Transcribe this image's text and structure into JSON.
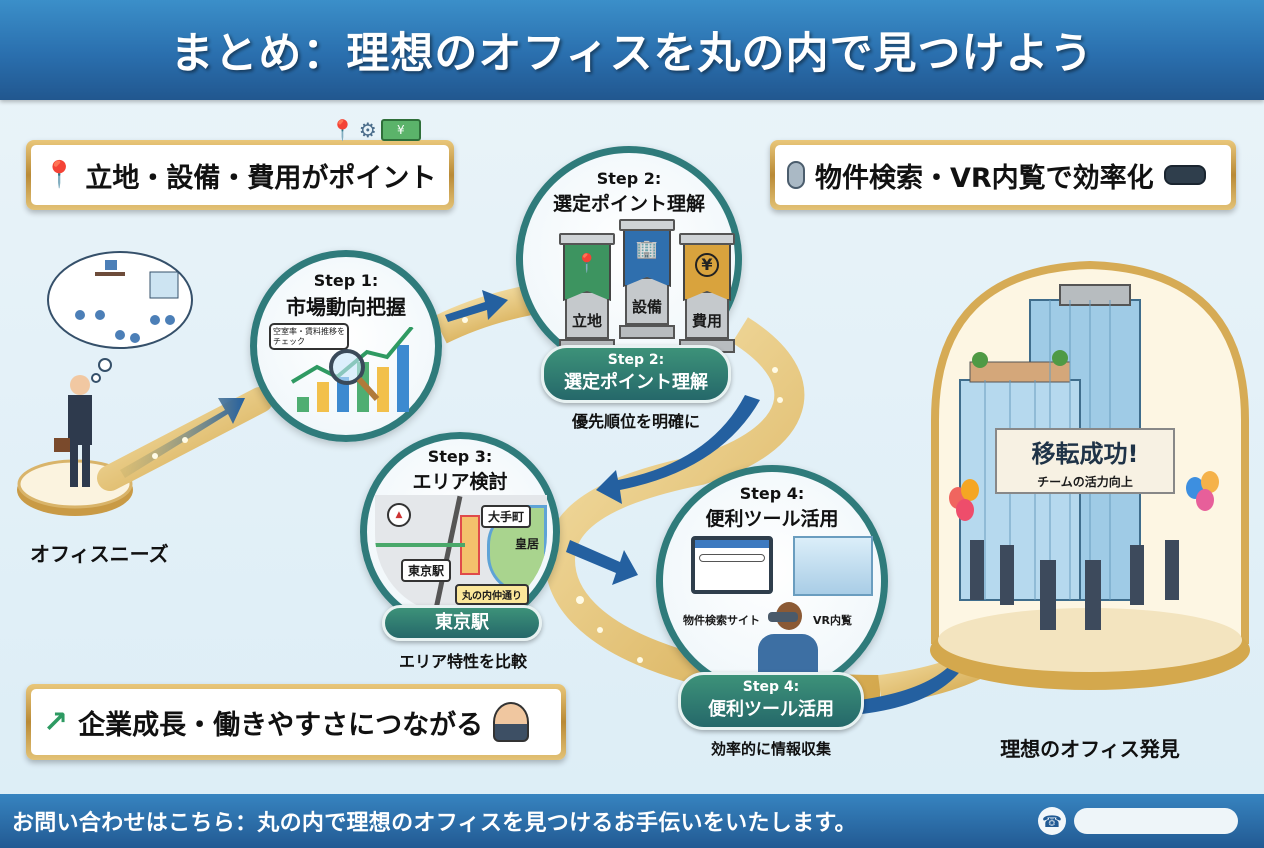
{
  "header": {
    "title": "まとめ：理想のオフィスを丸の内で見つけよう"
  },
  "callouts": {
    "points": {
      "label": "立地・設備・費用がポイント",
      "icon": "map-pin-icon",
      "decor_icons": [
        "map-pin-icon",
        "gears-icon",
        "yen-banknote-icon"
      ]
    },
    "efficiency": {
      "label": "物件検索・VR内覧で効率化",
      "icons": [
        "mouse-icon",
        "vr-goggles-icon"
      ]
    },
    "growth": {
      "label": "企業成長・働きやすさにつながる",
      "icons": [
        "trend-up-arrow-icon",
        "businessman-avatar-icon"
      ]
    }
  },
  "start": {
    "caption": "オフィスニーズ"
  },
  "steps": [
    {
      "step": "Step 1:",
      "title": "市場動向把握",
      "speech": "空室率・賃料推移をチェック"
    },
    {
      "step": "Step 2:",
      "title": "選定ポイント理解",
      "pillars": [
        {
          "label": "立地",
          "icon": "map-pin-icon",
          "color": "#3d9460"
        },
        {
          "label": "設備",
          "icon": "building-icon",
          "color": "#2f6fae"
        },
        {
          "label": "費用",
          "icon": "yen-icon",
          "color": "#d9a33d"
        }
      ],
      "pill_step": "Step 2:",
      "pill_title": "選定ポイント理解",
      "caption": "優先順位を明確に"
    },
    {
      "step": "Step 3:",
      "title": "エリア検討",
      "map_labels": [
        "大手町",
        "皇居",
        "東京駅",
        "丸の内仲通り"
      ],
      "compass": "N",
      "pill_title": "東京駅",
      "caption": "エリア特性を比較"
    },
    {
      "step": "Step 4:",
      "title": "便利ツール活用",
      "tool_labels": [
        "物件検索サイト",
        "VR内覧"
      ],
      "pill_step": "Step 4:",
      "pill_title": "便利ツール活用",
      "caption": "効率的に情報収集"
    }
  ],
  "goal": {
    "banner_title": "移転成功!",
    "banner_sub": "チームの活力向上",
    "caption": "理想のオフィス発見"
  },
  "footer": {
    "text": "お問い合わせはこちら：丸の内で理想のオフィスを見つけるお手伝いをいたします。",
    "icon": "phone-icon",
    "phone_value": ""
  },
  "colors": {
    "header_blue": "#2a6fae",
    "teal": "#2f7b7b",
    "gold": "#d4a84d",
    "arrow_blue": "#2460a0"
  }
}
